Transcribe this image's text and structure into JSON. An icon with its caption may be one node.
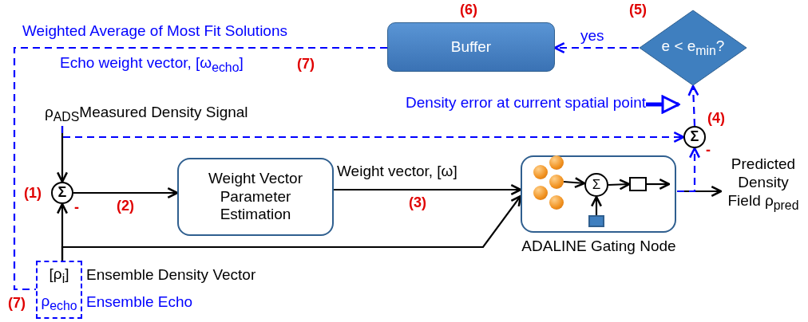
{
  "diagram": {
    "nodes": [
      {
        "text": [
          "ρ$_{ADS}$Measured Density Signal"
        ]
      },
      {
        "text": [
          "Σ"
        ],
        "beside": [
          "(1)",
          "-"
        ]
      },
      {
        "text": [
          "Weight Vector Parameter Estimation"
        ]
      },
      {
        "text": [
          "ADALINE Gating Node"
        ]
      },
      {
        "text": [],
        "shape": "circle",
        "in": 3
      },
      {
        "text": [],
        "shape": "circle",
        "in": 3
      },
      {
        "text": [],
        "shape": "circle",
        "in": 3
      },
      {
        "text": [],
        "shape": "circle",
        "in": 3
      },
      {
        "text": [],
        "shape": "circle",
        "in": 3
      },
      {
        "text": [
          "Σ"
        ],
        "in": 3
      },
      {
        "text": [],
        "shape": "box",
        "in": 3
      },
      {
        "text": [],
        "shape": "box",
        "in": 3
      },
      {
        "text": [
          "Predicted Density Field ρ$_{pred}$"
        ]
      },
      {
        "text": [
          "Σ"
        ],
        "beside": [
          "(4)",
          "-"
        ]
      },
      {
        "text": [
          "e < e$_{min}$?"
        ],
        "beside": [
          "(5)"
        ]
      },
      {
        "text": [
          "Buffer"
        ],
        "beside": [
          "(6)"
        ]
      },
      {
        "text": [
          "[ρ$_{i}$]",
          "ρ$_{echo}$"
        ],
        "beside": [
          "Ensemble Density Vector",
          "Ensemble Echo",
          "(7)"
        ]
      },
      {
        "text": [
          "Density error at current spatial point"
        ]
      }
    ],
    "edges": [
      {
        "from": 0,
        "to": 1,
        "arrow": "to"
      },
      {
        "from": 16,
        "to": 1,
        "arrow": "to"
      },
      {
        "from": 1,
        "to": 2,
        "arrow": "to",
        "label": "(2)"
      },
      {
        "from": 2,
        "to": 3,
        "arrow": "to",
        "label": "Weight vector, [ω]"
      },
      {
        "from": 16,
        "to": 3,
        "arrow": "to"
      },
      {
        "from": 3,
        "to": 12,
        "arrow": "to"
      },
      {
        "from": 3,
        "to": 13,
        "arrow": "to",
        "style": "dashed",
        "color": "#0000ff"
      },
      {
        "from": 0,
        "to": 13,
        "arrow": "to",
        "style": "dashed",
        "color": "#0000ff"
      },
      {
        "from": 13,
        "to": 14,
        "arrow": "to",
        "style": "dashed",
        "color": "#0000ff"
      },
      {
        "from": 17,
        "to": 13,
        "arrow": "to",
        "style": "thick",
        "color": "#0000ff"
      },
      {
        "from": 14,
        "to": 15,
        "arrow": "to",
        "style": "dashed",
        "color": "#0000ff",
        "label": "yes"
      },
      {
        "from": 15,
        "to": 16,
        "arrow": "none",
        "style": "dashed",
        "color": "#0000ff",
        "label": "Weighted Average of Most Fit Solutions"
      },
      {
        "from": 6,
        "to": 9,
        "arrow": "to"
      },
      {
        "from": 9,
        "to": 10,
        "arrow": "to"
      },
      {
        "from": 11,
        "to": 9,
        "arrow": "to"
      },
      {
        "from": 10,
        "to": null,
        "arrow": "to"
      }
    ],
    "labels": [
      "Echo weight vector, [ω$_{echo}$]",
      "(7)",
      "(3)"
    ]
  }
}
